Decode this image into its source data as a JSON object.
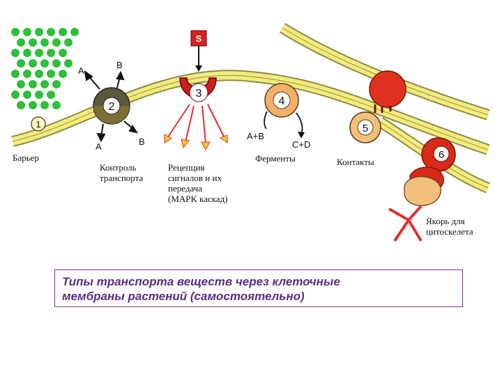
{
  "labels": {
    "barrier": "Барьер",
    "transport_control": "Контроль\nтранспорта",
    "signal_reception": "Рецепция\nсигналов и их\nпередача\n(MAPK каскад)",
    "enzymes": "Ферменты",
    "contacts": "Контакты",
    "cytoskeleton_anchor": "Якорь для\nцитоскелета"
  },
  "markers": {
    "n1": "1",
    "n2": "2",
    "n3": "3",
    "n4": "4",
    "n5": "5",
    "n6": "6",
    "signal": "S",
    "a_top": "A",
    "b_top": "B",
    "a_bottom": "A",
    "b_bottom": "B",
    "substrate": "A+B",
    "product": "C+D"
  },
  "caption": "Типы транспорта веществ через клеточные\nмембраны растений (самостоятельно)",
  "colors": {
    "membrane_yellow": "#f4ec7a",
    "membrane_outline": "#8c8a4a",
    "green_dots": "#2fbf3a",
    "receptor_red": "#cf1f1f",
    "enzyme_orange": "#f2b06a",
    "arrow_red": "#e03030",
    "arrow_yellow": "#f0d020",
    "caption_purple": "#5a2d82"
  }
}
